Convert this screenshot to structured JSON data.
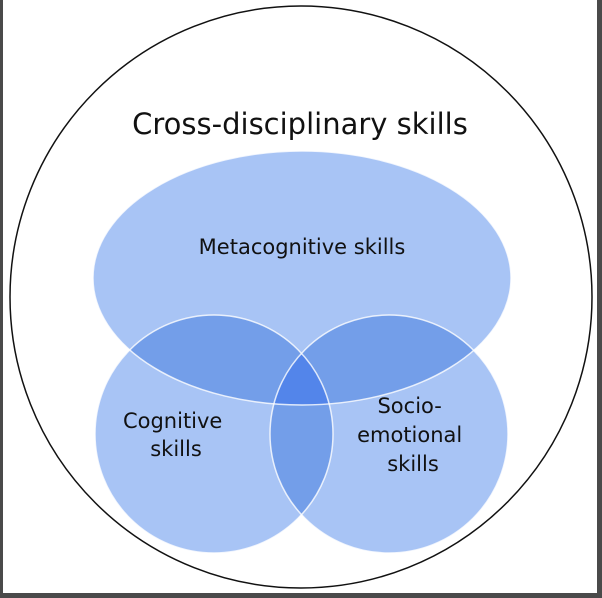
{
  "title": "Cross-disciplinary skills",
  "sets": {
    "metacognitive": {
      "label": "Metacognitive skills"
    },
    "cognitive": {
      "label_lines": [
        "Cognitive",
        "skills"
      ]
    },
    "socio_emotional": {
      "label_lines": [
        "Socio-",
        "emotional",
        "skills"
      ]
    }
  },
  "colors": {
    "set_fill": "#a8c4f5",
    "overlap_fill": "#739ee9",
    "center_fill": "#5385ea",
    "outline": "#111111",
    "frame": "#4a4a4a"
  }
}
